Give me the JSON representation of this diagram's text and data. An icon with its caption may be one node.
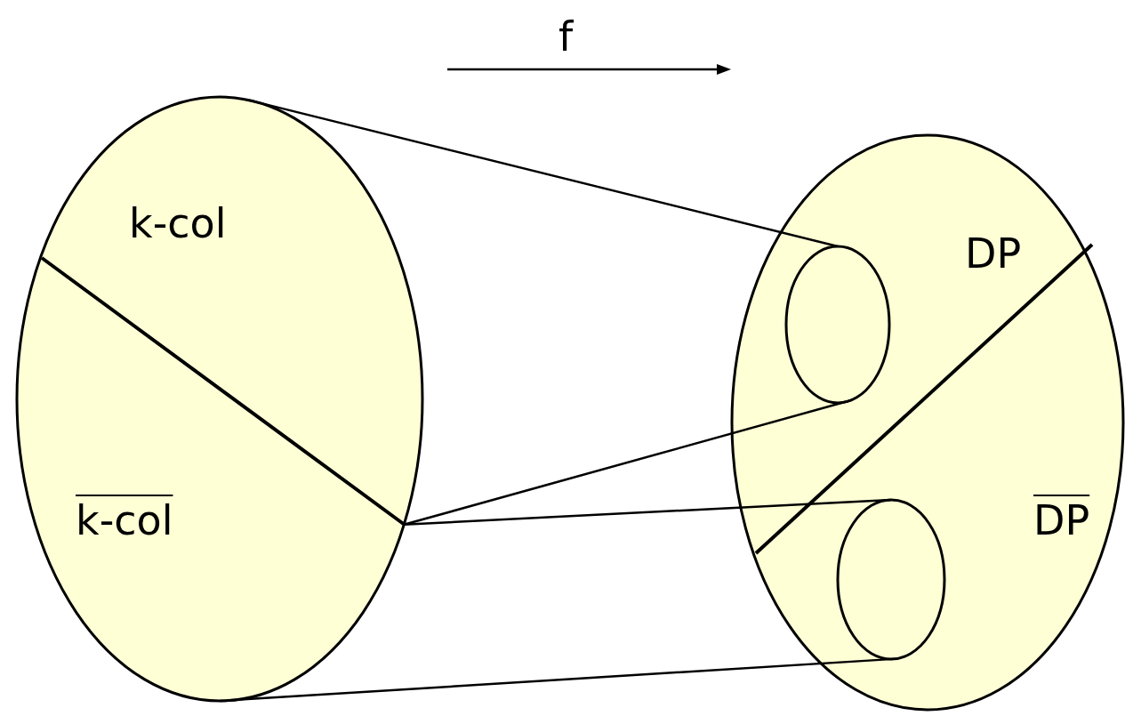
{
  "diagram": {
    "nodes": [
      {
        "text": [
          "k-col",
          "k-col"
        ]
      },
      {
        "text": [
          "DP",
          "DP"
        ]
      },
      {
        "text": [],
        "shape": "circle",
        "in": 1
      },
      {
        "text": [],
        "shape": "circle",
        "in": 1
      }
    ],
    "edges": [
      {
        "from": 0,
        "to": 2,
        "arrow": "none"
      },
      {
        "from": 0,
        "to": 2,
        "arrow": "none"
      },
      {
        "from": 0,
        "to": 3,
        "arrow": "none"
      },
      {
        "from": 0,
        "to": 3,
        "arrow": "none"
      }
    ],
    "labels": [
      "f"
    ]
  }
}
